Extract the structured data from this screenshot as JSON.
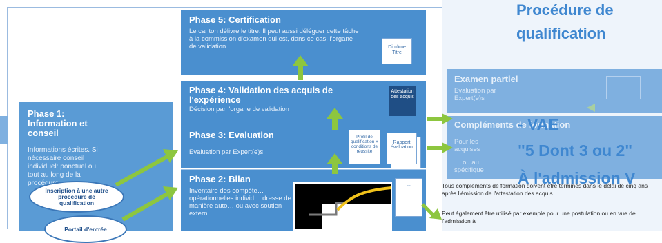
{
  "phase1": {
    "title": "Phase 1: Information et conseil",
    "text": "Informations écrites. Si nécessaire conseil individuel: ponctuel ou tout au long de la procédure"
  },
  "ovals": {
    "inscription": "Inscription à une autre procédure de qualification",
    "portail": "Portail d'entrée"
  },
  "phase2": {
    "title": "Phase 2: Bilan",
    "text": "Inventaire des compéte… opérationnelles individ… dresse de manière auto… ou avec soutien extern…"
  },
  "phase3": {
    "title": "Phase 3: Evaluation",
    "text": "Evaluation par Expert(e)s",
    "doc1": "Profil de qualification + conditions de réussite",
    "doc2": "Rapport évaluation"
  },
  "phase4": {
    "title": "Phase 4: Validation des acquis de l'expérience",
    "text": "Décision par l'organe de validation",
    "badge": "Attestation des acquis"
  },
  "phase5": {
    "title": "Phase 5: Certification",
    "text": "Le canton délivre le titre. Il peut aussi déléguer cette tâche à la commission d'examen qui est, dans ce cas, l'organe de validation.",
    "doc": "Diplôme Titre"
  },
  "right": {
    "box1_title": "Examen partiel",
    "box1_text": "Evaluation par Expert(e)s",
    "box2_title": "Compléments de formation",
    "box2_text1": "Pour les acquises",
    "box2_text2": "… ou au spécifique"
  },
  "footer": {
    "line1": "Tous compléments de formation doivent être terminés dans le délai de cinq ans après l'émission de l'attestation des acquis.",
    "line2": "Peut également être utilisé par exemple pour une postulation ou en vue de l'admission à"
  },
  "overlay": {
    "heading1": "Procédure de",
    "heading2": "qualification",
    "line1": "- VAE",
    "line2": "\"5 Dont 3 ou 2\"",
    "line3": "À l'admission V"
  },
  "colors": {
    "box": "#4a8fcf",
    "arrow": "#8dc63f",
    "overlay_text": "#3f87d0"
  }
}
